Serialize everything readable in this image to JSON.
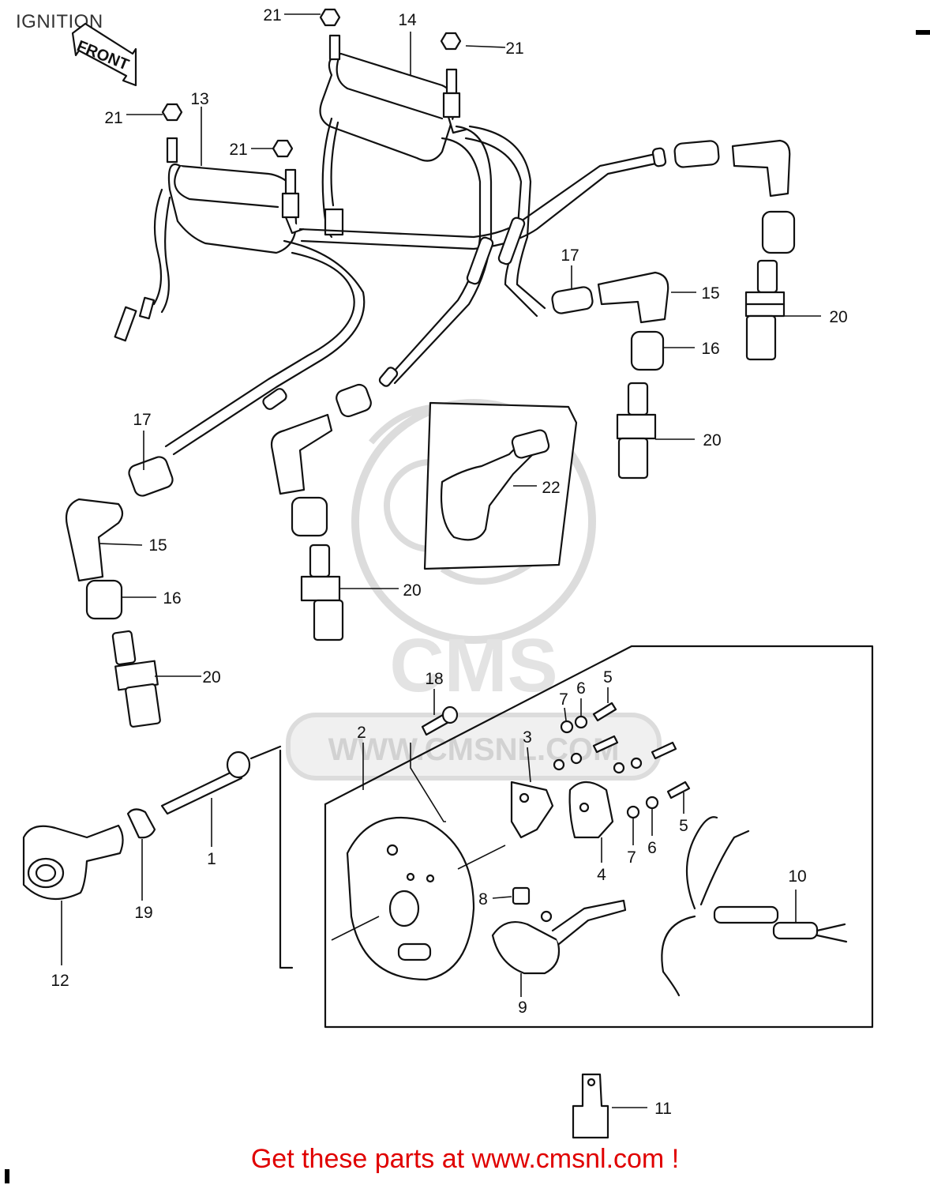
{
  "page": {
    "title": "IGNITION"
  },
  "front_arrow": {
    "label": "FRONT"
  },
  "watermark": {
    "brand": "CMS",
    "site": "WWW.CMSNL.COM"
  },
  "callouts": [
    {
      "id": "c-21a",
      "label": "21"
    },
    {
      "id": "c-14",
      "label": "14"
    },
    {
      "id": "c-21b",
      "label": "21"
    },
    {
      "id": "c-21c",
      "label": "21"
    },
    {
      "id": "c-13",
      "label": "13"
    },
    {
      "id": "c-21d",
      "label": "21"
    },
    {
      "id": "c-17a",
      "label": "17"
    },
    {
      "id": "c-15a",
      "label": "15"
    },
    {
      "id": "c-20a",
      "label": "20"
    },
    {
      "id": "c-16a",
      "label": "16"
    },
    {
      "id": "c-20b",
      "label": "20"
    },
    {
      "id": "c-22",
      "label": "22"
    },
    {
      "id": "c-17b",
      "label": "17"
    },
    {
      "id": "c-15b",
      "label": "15"
    },
    {
      "id": "c-16b",
      "label": "16"
    },
    {
      "id": "c-20c",
      "label": "20"
    },
    {
      "id": "c-20d",
      "label": "20"
    },
    {
      "id": "c-18",
      "label": "18"
    },
    {
      "id": "c-7a",
      "label": "7"
    },
    {
      "id": "c-6a",
      "label": "6"
    },
    {
      "id": "c-5a",
      "label": "5"
    },
    {
      "id": "c-2",
      "label": "2"
    },
    {
      "id": "c-3",
      "label": "3"
    },
    {
      "id": "c-5b",
      "label": "5"
    },
    {
      "id": "c-6b",
      "label": "6"
    },
    {
      "id": "c-7b",
      "label": "7"
    },
    {
      "id": "c-4",
      "label": "4"
    },
    {
      "id": "c-1",
      "label": "1"
    },
    {
      "id": "c-19",
      "label": "19"
    },
    {
      "id": "c-12",
      "label": "12"
    },
    {
      "id": "c-8",
      "label": "8"
    },
    {
      "id": "c-10",
      "label": "10"
    },
    {
      "id": "c-9",
      "label": "9"
    },
    {
      "id": "c-11",
      "label": "11"
    }
  ],
  "footer": {
    "promo_text": "Get these parts at www.cmsnl.com !"
  },
  "colors": {
    "line": "#111111",
    "watermark": "#d8d8d8",
    "promo": "#e00000"
  }
}
